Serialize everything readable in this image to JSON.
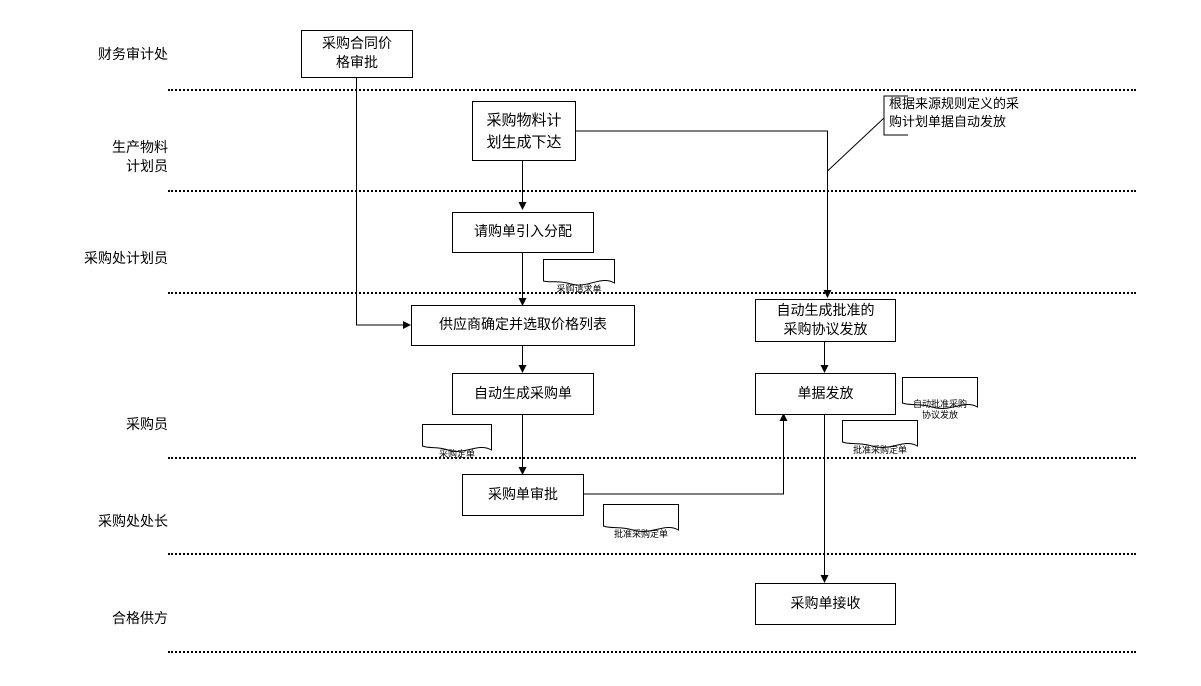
{
  "lanes": [
    {
      "label": "财务审计处"
    },
    {
      "label": "生产物料\n计划员"
    },
    {
      "label": "采购处计划员"
    },
    {
      "label": "采购员"
    },
    {
      "label": "采购处处长"
    },
    {
      "label": "合格供方"
    }
  ],
  "steps": {
    "contract_price_approval": "采购合同价\n格审批",
    "material_plan_release": "采购物料计\n划生成下达",
    "requisition_assign": "请购单引入分配",
    "supplier_price_list": "供应商确定并选取价格列表",
    "auto_generate_po": "自动生成采购单",
    "po_approval": "采购单审批",
    "auto_agreement_release": "自动生成批准的\n采购协议发放",
    "document_release": "单据发放",
    "po_receipt": "采购单接收"
  },
  "documents": {
    "purchase_request": "采购请求单",
    "purchase_order": "采购定单",
    "approved_po_1": "批准采购定单",
    "auto_approved_agreement": "自动批准采购\n协议发放",
    "approved_po_2": "批准采购定单"
  },
  "annotation": "根据来源规则定义的采\n 购计划单据自动发放"
}
